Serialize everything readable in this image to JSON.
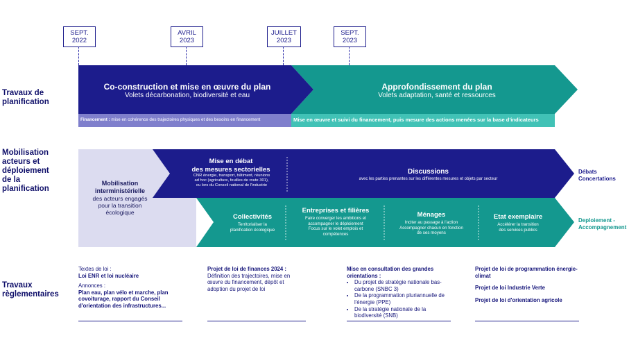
{
  "dates": [
    {
      "month": "SEPT.",
      "year": "2022"
    },
    {
      "month": "AVRIL",
      "year": "2023"
    },
    {
      "month": "JUILLET",
      "year": "2023"
    },
    {
      "month": "SEPT.",
      "year": "2023"
    }
  ],
  "rows": {
    "planification": "Travaux de\nplanification",
    "mobilisation": "Mobilisation\nacteurs et\ndéploiement\nde la\nplanification",
    "reglementaires": "Travaux\nrèglementaires"
  },
  "planning": {
    "coconstruction_title": "Co-construction et mise en œuvre du plan",
    "coconstruction_sub": "Volets décarbonation, biodiversité et eau",
    "approfondissement_title": "Approfondissement du plan",
    "approfondissement_sub": "Volets adaptation, santé et ressources",
    "financement_label": "Financement :",
    "financement_text": " mise en cohérence des trajectoires physiques et des besoins en financement",
    "suivi_text": "Mise en œuvre et suivi du financement, puis mesure des actions menées sur la base d'indicateurs"
  },
  "mobilisation": {
    "inter_title": "Mobilisation\ninterministérielle",
    "inter_text": "des acteurs engagés\npour la transition\nécologique",
    "debat_title": "Mise en débat\ndes mesures sectorielles",
    "debat_text": "CNR énergie, transport, bâtiment, réunions\nad hoc (agriculture, feuilles de route 301),\nou lors du Conseil national de l'industrie",
    "discussions_title": "Discussions",
    "discussions_text": "avec les parties prenantes sur les différentes mesures et objets par secteur",
    "debats_side": "Débats\nConcertations",
    "collectivites_title": "Collectivités",
    "collectivites_text": "Territorialiser la\nplanification écologique",
    "entreprises_title": "Entreprises et filières",
    "entreprises_text": "Faire converger les ambitions et\naccompagner le déploiement\nFocus sur le volet emplois et\ncompétences",
    "menages_title": "Ménages",
    "menages_text": "Inciter au passage à l'action\nAccompagner chacun en fonction\nde ses moyens",
    "etat_title": "Etat exemplaire",
    "etat_text": "Accélérer la transition\ndes services publics",
    "deploiement_side": "Deploiement -\nAccompagnement"
  },
  "reglementaires": {
    "col1_line1": "Textes de loi :",
    "col1_line2": "Loi ENR et loi nucléaire",
    "col1_line3": "Annonces :",
    "col1_line4": "Plan eau, plan vélo et marche, plan covoiturage, rapport du Conseil d'orientation des infrastructures...",
    "col2_title": "Projet de loi de finances 2024 :",
    "col2_text": "Définition des trajectoires, mise en œuvre du financement, dépôt et adoption du projet de loi",
    "col3_title": "Mise en consultation des grandes orientations :",
    "col3_items": [
      "Du projet de stratégie nationale bas-carbone (SNBC 3)",
      "De la programmation pluriannuelle de l'énergie (PPE)",
      "De la stratégie nationale de la biodiversité (SNB)"
    ],
    "col4_item1": "Projet de loi de programmation énergie-climat",
    "col4_item2": "Projet de loi Industrie Verte",
    "col4_item3": "Projet de loi d'orientation agricole"
  },
  "colors": {
    "navy": "#1c1c8c",
    "teal": "#14988f",
    "lavender": "#dcdcf0",
    "purple_band": "#7f7fcc",
    "light_teal_band": "#41c2b6"
  }
}
